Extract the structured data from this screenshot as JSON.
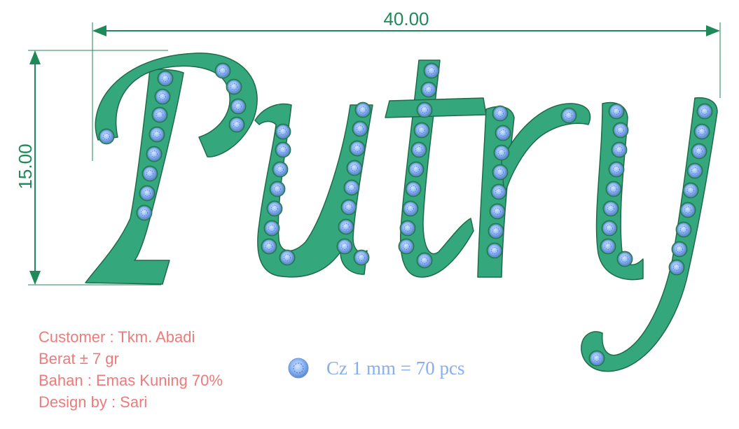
{
  "dimensions": {
    "width_label": "40.00",
    "height_label": "15.00"
  },
  "design": {
    "word": "Putry",
    "body_color": "#35a77c",
    "outline_color": "#1e6b4c",
    "stone_color": "#8db8f5"
  },
  "info": {
    "customer": "Customer : Tkm. Abadi",
    "weight": "Berat ± 7 gr",
    "material": "Bahan : Emas Kuning 70%",
    "designer": "Design by : Sari"
  },
  "legend": {
    "stone_icon": "cz-stone-icon",
    "label": "Cz 1 mm = 70 pcs"
  }
}
